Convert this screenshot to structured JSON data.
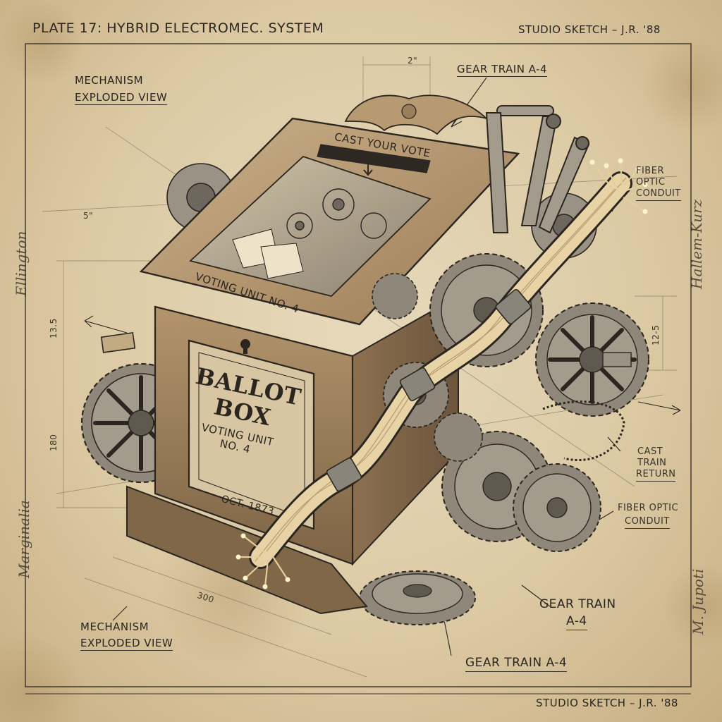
{
  "plate": {
    "title": "PLATE 17: HYBRID ELECTROMEC. SYSTEM",
    "credit_top": "STUDIO SKETCH – J.R. '88",
    "credit_bottom": "STUDIO SKETCH – J.R. '88"
  },
  "callouts": {
    "mechanism_top": [
      "MECHANISM",
      "EXPLODED VIEW"
    ],
    "mechanism_bottom": [
      "MECHANISM",
      "EXPLODED VIEW"
    ],
    "gear_train_top": "GEAR TRAIN A-4",
    "gear_train_mid": [
      "GEAR TRAIN",
      "A-4"
    ],
    "gear_train_bottom": "GEAR TRAIN A-4",
    "fiber_optic_top": [
      "FIBER",
      "OPTIC",
      "CONDUIT"
    ],
    "fiber_optic_bottom": [
      "FIBER OPTIC",
      "CONDUIT"
    ],
    "cast_train": [
      "CAST",
      "TRAIN",
      "RETURN"
    ]
  },
  "box": {
    "slot_label": "CAST YOUR VOTE",
    "rim_label": "VOTING UNIT NO. 4",
    "plaque_title": [
      "BALLOT",
      "BOX"
    ],
    "plaque_sub": [
      "VOTING UNIT",
      "NO. 4"
    ],
    "date": "OCT. 1873"
  },
  "dimensions": {
    "top": "2\"",
    "left_upper": "13.5",
    "left_lower": "180",
    "right": "12-5",
    "bottom": "300",
    "small": "5\""
  },
  "margin_signatures": [
    "Ellington",
    "Hallem-Kurz",
    "Marginalia",
    "M. Jupoti"
  ],
  "colors": {
    "paper": "#ddcca6",
    "ink": "#2b2620",
    "wood": "#b89870",
    "metal": "#8a857b",
    "fiber": "#e7d3a6"
  }
}
